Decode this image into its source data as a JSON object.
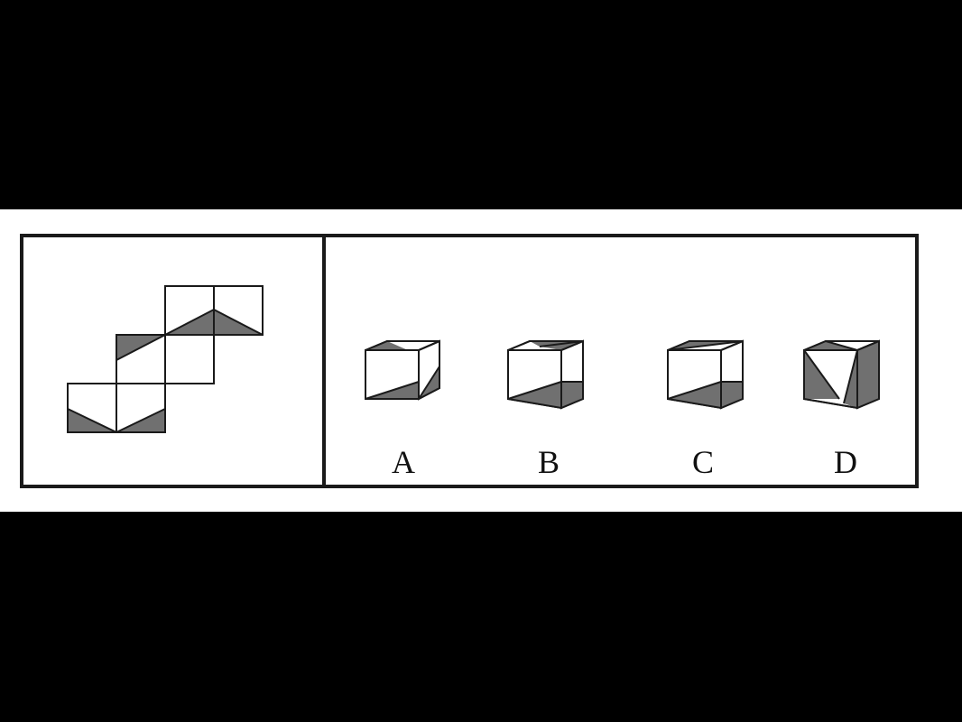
{
  "puzzle": {
    "options": [
      {
        "key": "a",
        "label": "A"
      },
      {
        "key": "b",
        "label": "B"
      },
      {
        "key": "c",
        "label": "C"
      },
      {
        "key": "d",
        "label": "D"
      }
    ]
  },
  "colors": {
    "background": "#000000",
    "panel": "#ffffff",
    "line": "#1a1a1a",
    "shade": "#707070"
  }
}
